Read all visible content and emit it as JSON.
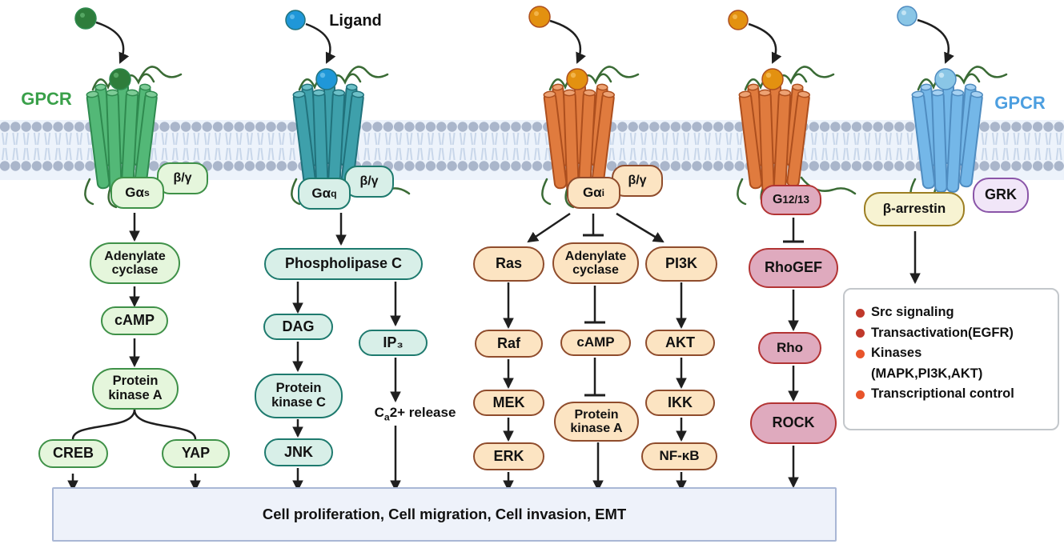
{
  "labels": {
    "gpcr_left": "GPCR",
    "ligand": "Ligand",
    "gpcr_right": "GPCR"
  },
  "gproteins": {
    "gas": {
      "base": "Gα",
      "sub": "s"
    },
    "gaq": {
      "base": "Gα",
      "sub": "q"
    },
    "gai": {
      "base": "Gα",
      "sub": "i"
    },
    "beta_gamma": "β/γ",
    "g1213": {
      "base": "G",
      "sub": "12/13"
    },
    "beta_arrestin": "β-arrestin",
    "grk": "GRK"
  },
  "pathways": {
    "gs": {
      "adenylate_cyclase": "Adenylate cyclase",
      "camp": "cAMP",
      "pka": "Protein kinase A",
      "creb": "CREB",
      "yap": "YAP"
    },
    "gq": {
      "plc": "Phospholipase C",
      "dag": "DAG",
      "ip3": "IP₃",
      "pkc": "Protein kinase C",
      "jnk": "JNK",
      "ca": {
        "pre": "C",
        "sub": "a",
        "post": "2+ release"
      }
    },
    "gi": {
      "ras": "Ras",
      "adenylate_cyclase": "Adenylate cyclase",
      "pi3k": "PI3K",
      "raf": "Raf",
      "camp": "cAMP",
      "akt": "AKT",
      "mek": "MEK",
      "pka": "Protein kinase A",
      "ikk": "IKK",
      "erk": "ERK",
      "nfkb": "NF-κB"
    },
    "g12_13": {
      "rhogef": "RhoGEF",
      "rho": "Rho",
      "rock": "ROCK"
    },
    "arrestin_panel": {
      "items": [
        {
          "text": "Src signaling"
        },
        {
          "text": "Transactivation(EGFR)"
        },
        {
          "text": "Kinases"
        },
        {
          "text": "(MAPK,PI3K,AKT)"
        },
        {
          "text": "Transcriptional control"
        }
      ]
    }
  },
  "outcome": {
    "text": "Cell proliferation, Cell migration, Cell invasion, EMT"
  },
  "colors": {
    "green_fill": "#e5f6dc",
    "green_border": "#3f9148",
    "teal_fill": "#d8efe8",
    "teal_border": "#1e7a6e",
    "orange_fill": "#fce4c2",
    "orange_border": "#8f4c2c",
    "pink_fill": "#dfaabe",
    "pink_border": "#b23434",
    "arrestin_fill": "#f7f3d2",
    "arrestin_border": "#9c7e22",
    "grk_fill": "#f1e6f8",
    "grk_border": "#8a55a8",
    "outcome_fill": "#eef2fa",
    "outcome_border": "#a9b7d5",
    "panel_border": "#c3c7cb",
    "bullet_red": "#c0392b",
    "bullet_orange": "#e8542b",
    "label_green": "#3aa04a",
    "label_blue": "#4d9fe0",
    "membrane_bg": "#edf3fb",
    "membrane_head": "#aab6cb",
    "membrane_tail": "#c9d7ea",
    "loop_green": "#3a6b35",
    "arrow": "#1f1f1f",
    "receptor_green": "#53b877",
    "receptor_teal": "#3ea0ab",
    "receptor_orange": "#e07b3e",
    "receptor_blue": "#74b7e8",
    "ligand_green": "#2e7d3b",
    "ligand_blue": "#1f97d8",
    "ligand_orange": "#e39110",
    "ligand_lightblue": "#8ac6e6"
  }
}
